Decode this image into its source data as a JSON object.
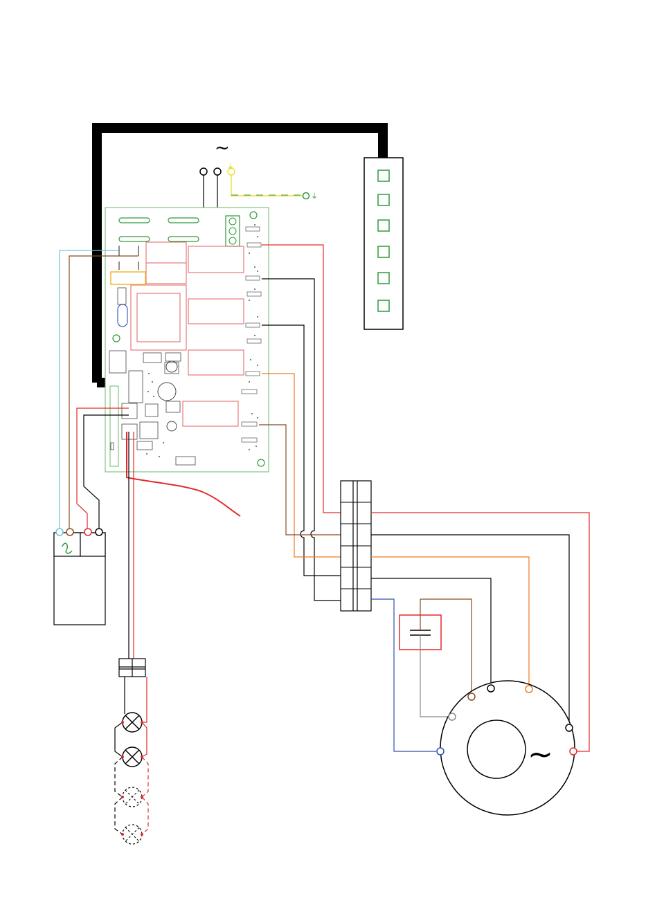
{
  "diagram": {
    "symbols": {
      "ac_symbol": "~",
      "earth_symbol": "⏚"
    },
    "colors": {
      "cable": "#000000",
      "wire_red": "#e32a2a",
      "wire_brown": "#8b4a22",
      "wire_orange": "#ee7a1e",
      "wire_blue": "#2f4fb0",
      "wire_lightblue": "#6cc6d8",
      "wire_grey": "#8a8a8a",
      "wire_green": "#2e9a3a",
      "wire_yellow": "#f1e03a",
      "pcb_outline": "#66bb66",
      "relay_outline": "#e06060",
      "fuse_fill": "#f3b733",
      "capacitor_box": "#e32a2a"
    },
    "components": [
      "control-panel",
      "pcb-board",
      "power-supply-terminals",
      "supply-unit",
      "terminal-block",
      "motor",
      "run-capacitor",
      "lamp-connector",
      "lamps"
    ]
  }
}
